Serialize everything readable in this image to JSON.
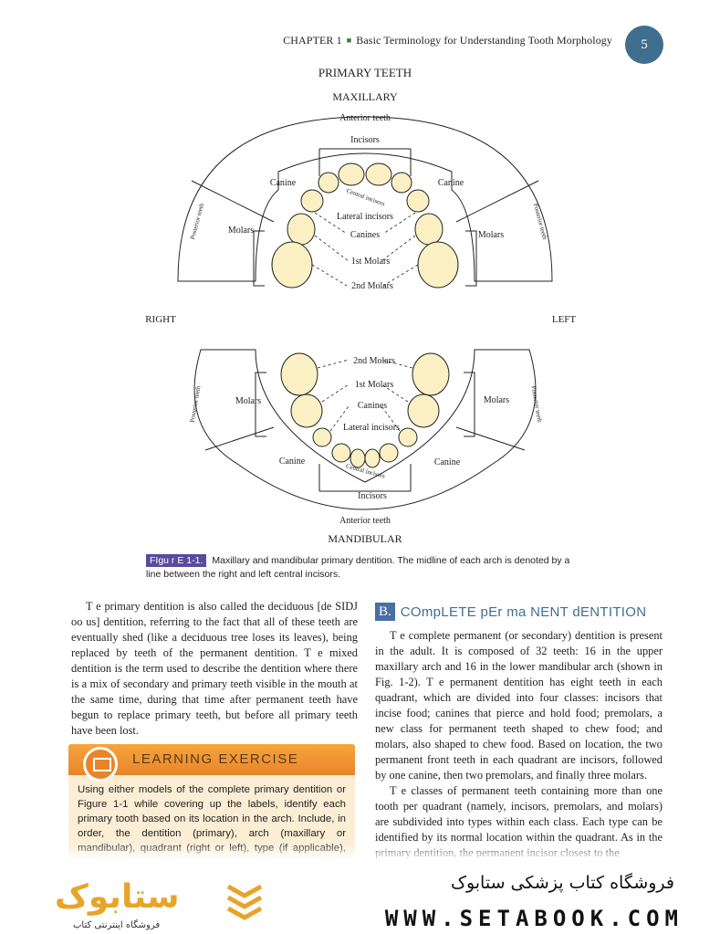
{
  "header": {
    "chapter": "CHAPTER 1",
    "title": "Basic Terminology for Understanding Tooth Morphology",
    "page_number": "5"
  },
  "figure": {
    "title": "PRIMARY TEETH",
    "upper_label": "MAXILLARY",
    "lower_label": "MANDIBULAR",
    "right": "RIGHT",
    "left": "LEFT",
    "upper": {
      "anterior": "Anterior teeth",
      "incisors": "Incisors",
      "canine_left": "Canine",
      "canine_right": "Canine",
      "molars_left": "Molars",
      "molars_right": "Molars",
      "central": "Central incisors",
      "lateral": "Lateral incisors",
      "canines": "Canines",
      "first_molars": "1st Molars",
      "second_molars": "2nd Molars",
      "posterior_left": "Posterior teeth",
      "posterior_right": "Posterior teeth"
    },
    "lower": {
      "second_molars": "2nd Molars",
      "first_molars": "1st Molars",
      "canines": "Canines",
      "lateral": "Lateral incisors",
      "central": "Central incisors",
      "incisors": "Incisors",
      "anterior": "Anterior teeth",
      "molars_left": "Molars",
      "molars_right": "Molars",
      "canine_left": "Canine",
      "canine_right": "Canine",
      "posterior_left": "Posterior teeth",
      "posterior_right": "Posterior teeth"
    }
  },
  "caption": {
    "label": "FIgu r E 1-1.",
    "text": "Maxillary and mandibular primary dentition. The midline of each arch is denoted by a line between the right and left central incisors."
  },
  "left_column": {
    "p1": "T e primary dentition is also called the deciduous [de SIDJ oo us] dentition, referring to the fact that all of these teeth are eventually shed (like a deciduous tree loses its leaves), being replaced by teeth of the permanent dentition. T e mixed dentition is the term used to describe the dentition where there is a mix of secondary and primary teeth visible in the mouth at the same time, during that time after permanent teeth have begun to replace primary teeth, but before all primary teeth have been lost."
  },
  "exercise": {
    "title": "LEARNING EXERCISE",
    "body": "Using either models of the complete primary dentition or Figure 1-1 while covering up the labels, identify each primary tooth based on its location in the arch. Include, in order, the dentition (primary), arch (maxillary or mandibular), quadrant (right or left), type (if applicable), and class. For example, the tooth next to the midline in the lower left"
  },
  "right_column": {
    "section_letter": "B.",
    "section_title": "COmpLETE pEr ma NENT dENTITION",
    "p1": "T e complete permanent (or secondary) dentition is present in the adult. It is composed of 32 teeth: 16 in the upper maxillary arch and 16 in the lower mandibular arch (shown in Fig. 1-2). T e permanent dentition has eight teeth in each quadrant, which are divided into four classes: incisors that incise food; canines that pierce and hold food; premolars, a new class for permanent teeth shaped to chew food; and molars, also shaped to chew food. Based on location, the two permanent front teeth in each quadrant are incisors, followed by one canine, then two premolars, and finally three molars.",
    "p2": "T e classes of permanent teeth containing more than one tooth per quadrant (namely, incisors, premolars, and molars) are subdivided into types within each class. Each type can be identified by its normal location within the quadrant. As in the primary dentition, the permanent incisor closest to the"
  },
  "footer": {
    "logo_word": "ستابوک",
    "logo_sub": "فروشگاه اینترنتی کتاب",
    "store_name": "فروشگاه کتاب پزشکی ستابوک",
    "url": "WWW.SETABOOK.COM"
  },
  "colors": {
    "accent_blue": "#3f6e8e",
    "exercise_orange": "#e8852a",
    "caption_purple": "#5a4a9e"
  }
}
